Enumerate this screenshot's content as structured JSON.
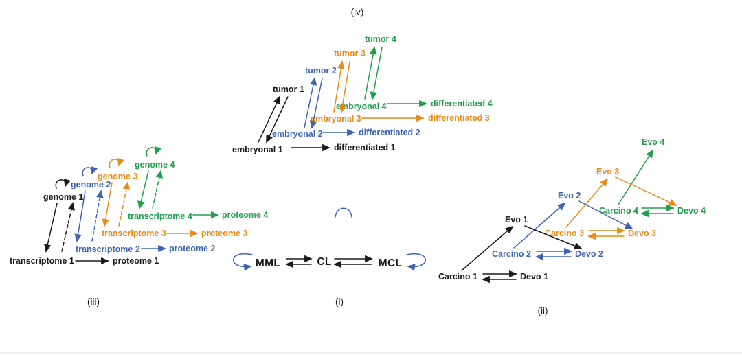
{
  "colors": {
    "c1": "#1a1a1a",
    "c2": "#3e64b0",
    "c3": "#e88a14",
    "c4": "#219e4b"
  },
  "panels": {
    "i": {
      "label": "(i)",
      "mml": "MML",
      "cl": "CL",
      "mcl": "MCL"
    },
    "ii": {
      "label": "(ii)",
      "levels": [
        {
          "carcino": "Carcino 1",
          "devo": "Devo 1",
          "evo": "Evo 1"
        },
        {
          "carcino": "Carcino 2",
          "devo": "Devo 2",
          "evo": "Evo 2"
        },
        {
          "carcino": "Carcino 3",
          "devo": "Devo 3",
          "evo": "Evo 3"
        },
        {
          "carcino": "Carcino 4",
          "devo": "Devo 4",
          "evo": "Evo 4"
        }
      ]
    },
    "iii": {
      "label": "(iii)",
      "levels": [
        {
          "genome": "genome 1",
          "transcriptome": "transcriptome 1",
          "proteome": "proteome 1"
        },
        {
          "genome": "genome 2",
          "transcriptome": "transcriptome 2",
          "proteome": "proteome 2"
        },
        {
          "genome": "genome 3",
          "transcriptome": "transcriptome 3",
          "proteome": "proteome 3"
        },
        {
          "genome": "genome 4",
          "transcriptome": "transcriptome 4",
          "proteome": "proteome 4"
        }
      ]
    },
    "iv": {
      "label": "(iv)",
      "levels": [
        {
          "embryonal": "embryonal 1",
          "tumor": "tumor 1",
          "differentiated": "differentiated 1"
        },
        {
          "embryonal": "embryonal 2",
          "tumor": "tumor 2",
          "differentiated": "differentiated 2"
        },
        {
          "embryonal": "embryonal 3",
          "tumor": "tumor 3",
          "differentiated": "differentiated 3"
        },
        {
          "embryonal": "embryonal 4",
          "tumor": "tumor 4",
          "differentiated": "differentiated 4"
        }
      ]
    }
  }
}
